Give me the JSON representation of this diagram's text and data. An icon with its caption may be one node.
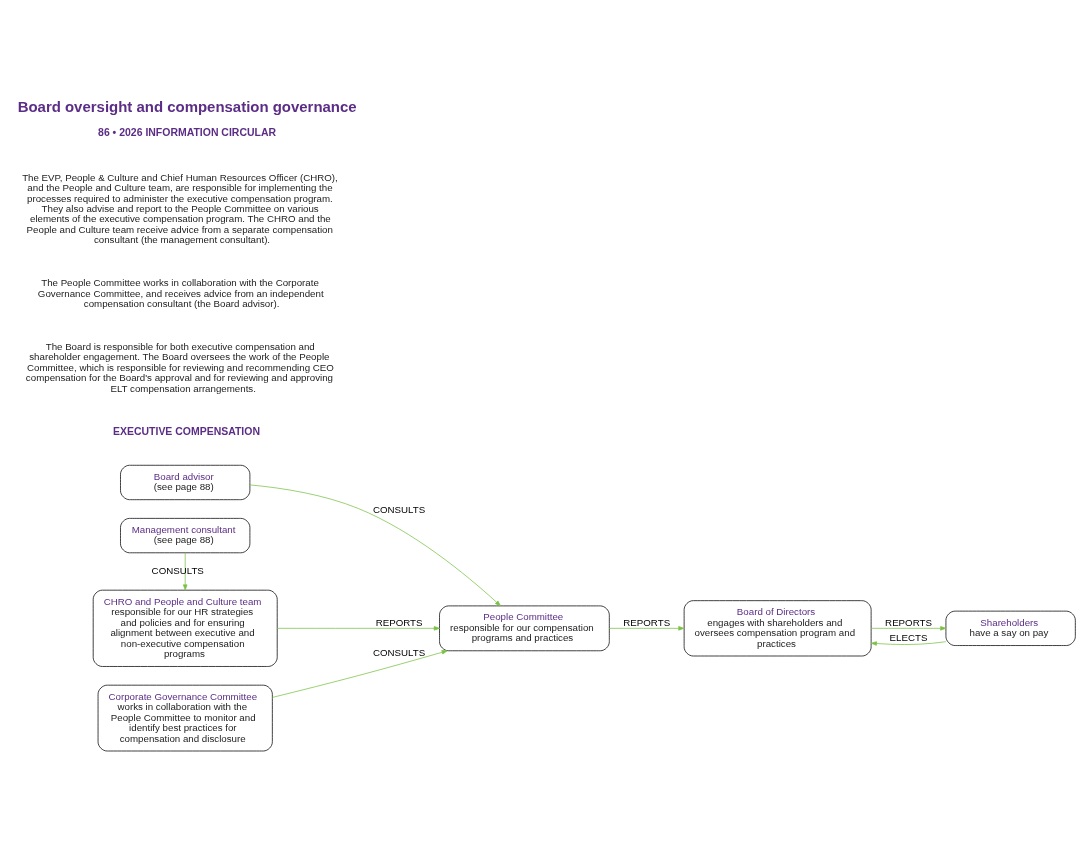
{
  "diagram": {
    "title": "Board oversight and compensation governance",
    "nodes": [
      {
        "text": [
          "Board advisor",
          "(see page 88)"
        ]
      },
      {
        "text": [
          "People Committee",
          "responsible for our compensation programs and practices"
        ]
      },
      {
        "text": [
          "Board of Directors",
          "engages with shareholders and oversees compensation program and practices"
        ]
      },
      {
        "text": [
          "Shareholders",
          "have a say on pay"
        ]
      },
      {
        "text": [
          "CHRO and People and Culture team",
          "responsible for our HR strategies and policies and for ensuring alignment between executive and non-executive compensation programs"
        ]
      },
      {
        "text": [
          "Corporate Governance Committee",
          "works in collaboration with the People Committee to monitor and identify best practices for compensation and disclosure"
        ]
      },
      {
        "text": [
          "Management consultant",
          "(see page 88)"
        ]
      }
    ],
    "edges": [
      {
        "from": 0,
        "to": 1,
        "arrow": "to",
        "label": "CONSULTS"
      },
      {
        "from": 4,
        "to": 1,
        "arrow": "to",
        "label": "REPORTS"
      },
      {
        "from": 1,
        "to": 2,
        "arrow": "to",
        "label": "REPORTS"
      },
      {
        "from": 2,
        "to": 3,
        "arrow": "to",
        "label": "REPORTS"
      },
      {
        "from": 3,
        "to": 2,
        "arrow": "to",
        "label": "ELECTS"
      },
      {
        "from": 5,
        "to": 1,
        "arrow": "to",
        "label": "CONSULTS"
      },
      {
        "from": 6,
        "to": 4,
        "arrow": "to",
        "label": "CONSULTS"
      }
    ],
    "labels": [
      "EXECUTIVE COMPENSATION",
      "The Board is responsible for both executive compensation and shareholder engagement. The Board oversees the work of the People Committee, which is responsible for reviewing and recommending CEO compensation for the Board's approval and for reviewing and approving ELT compensation arrangements.",
      "The People Committee works in collaboration with the Corporate Governance Committee, and receives advice from an independent compensation consultant (the Board advisor).",
      "The EVP, People & Culture and Chief Human Resources Officer (CHRO), and the People and Culture team, are responsible for implementing the processes required to administer the executive compensation program. They also advise and report to the People Committee on various elements of the executive compensation program. The CHRO and the People and Culture team receive advice from a separate compensation consultant (the management consultant).",
      "86 • 2026 INFORMATION CIRCULAR"
    ]
  }
}
